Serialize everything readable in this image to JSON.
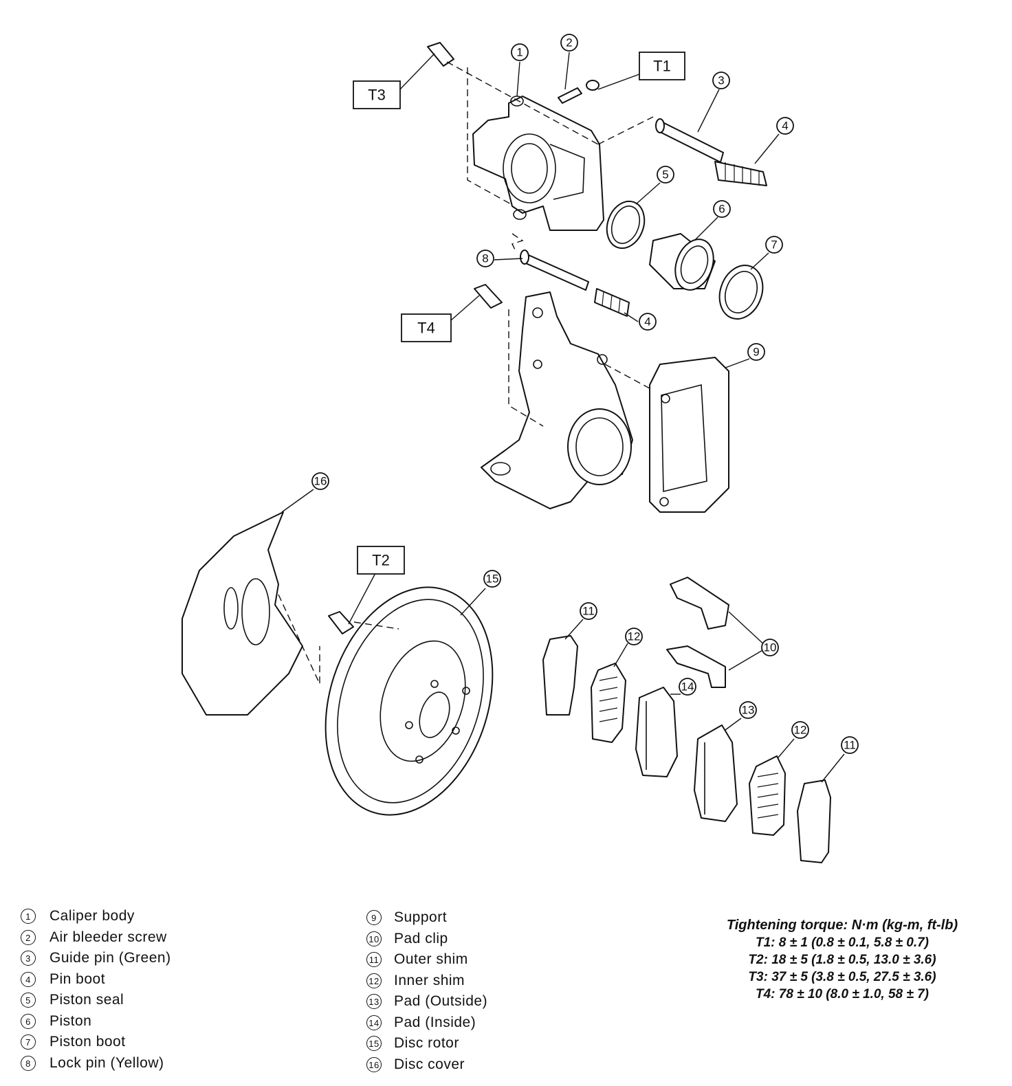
{
  "callouts": {
    "c1": "1",
    "c2": "2",
    "c3": "3",
    "c4a": "4",
    "c4b": "4",
    "c5": "5",
    "c6": "6",
    "c7": "7",
    "c8": "8",
    "c9": "9",
    "c10": "10",
    "c11a": "11",
    "c11b": "11",
    "c12a": "12",
    "c12b": "12",
    "c13": "13",
    "c14": "14",
    "c15": "15",
    "c16": "16"
  },
  "torque_boxes": {
    "t1": "T1",
    "t2": "T2",
    "t3": "T3",
    "t4": "T4"
  },
  "legend": {
    "col1": [
      {
        "num": "1",
        "label": "Caliper body"
      },
      {
        "num": "2",
        "label": "Air bleeder screw"
      },
      {
        "num": "3",
        "label": "Guide pin (Green)"
      },
      {
        "num": "4",
        "label": "Pin boot"
      },
      {
        "num": "5",
        "label": "Piston seal"
      },
      {
        "num": "6",
        "label": "Piston"
      },
      {
        "num": "7",
        "label": "Piston boot"
      },
      {
        "num": "8",
        "label": "Lock pin (Yellow)"
      }
    ],
    "col2": [
      {
        "num": "9",
        "label": "Support"
      },
      {
        "num": "10",
        "label": "Pad clip"
      },
      {
        "num": "11",
        "label": "Outer shim"
      },
      {
        "num": "12",
        "label": "Inner shim"
      },
      {
        "num": "13",
        "label": "Pad (Outside)"
      },
      {
        "num": "14",
        "label": "Pad (Inside)"
      },
      {
        "num": "15",
        "label": "Disc rotor"
      },
      {
        "num": "16",
        "label": "Disc cover"
      }
    ]
  },
  "torque": {
    "title": "Tightening torque: N·m (kg-m, ft-lb)",
    "t1": "T1: 8 ± 1 (0.8 ± 0.1, 5.8 ± 0.7)",
    "t2": "T2: 18 ± 5 (1.8 ± 0.5, 13.0 ± 3.6)",
    "t3": "T3: 37 ± 5 (3.8 ± 0.5, 27.5 ± 3.6)",
    "t4": "T4: 78 ± 10 (8.0 ± 1.0, 58 ± 7)"
  }
}
